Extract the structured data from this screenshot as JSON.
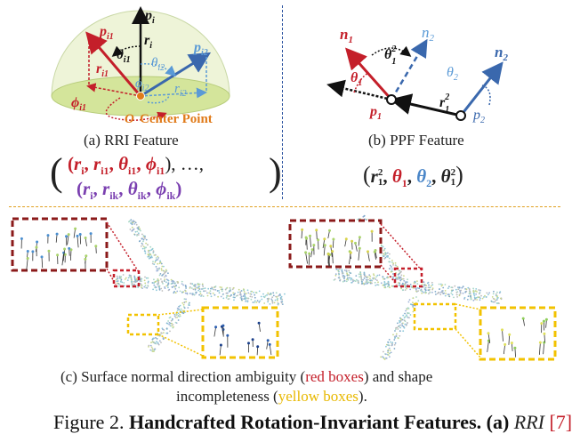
{
  "rri": {
    "caption": "(a) RRI Feature",
    "label_pi": "p",
    "label_pi_sub": "i",
    "label_ri": "r",
    "label_ri_sub": "i",
    "label_pi1": "p",
    "label_pi1_sub": "i1",
    "label_ri1": "r",
    "label_ri1_sub": "i1",
    "label_theta_i1": "θ",
    "label_theta_i1_sub": "i1",
    "label_phi_i1": "ϕ",
    "label_phi_i1_sub": "i1",
    "label_theta_i2": "θ",
    "label_theta_i2_sub": "i2",
    "label_phi_i2": "ϕ",
    "label_phi_i2_sub": "i2",
    "label_pi2": "p",
    "label_pi2_sub": "i2",
    "label_ri2": "r",
    "label_ri2_sub": "i2",
    "label_o": "O",
    "label_center": "Center Point",
    "formula": {
      "open": "(",
      "close": ")",
      "line1_r": "r",
      "line1_r_sub": "i",
      "line1_sep1": ", ",
      "line1_r1": "r",
      "line1_r1_sub": "i1",
      "line1_sep2": ", ",
      "line1_t": "θ",
      "line1_t_sub": "i1",
      "line1_sep3": ", ",
      "line1_p": "ϕ",
      "line1_p_sub": "i1",
      "line1_tail": "), …,",
      "line1_head": "(",
      "line2_head": "(",
      "line2_r": "r",
      "line2_r_sub": "i",
      "line2_sep1": ", ",
      "line2_rk": "r",
      "line2_rk_sub": "ik",
      "line2_sep2": ", ",
      "line2_t": "θ",
      "line2_t_sub": "ik",
      "line2_sep3": ", ",
      "line2_p": "ϕ",
      "line2_p_sub": "ik",
      "line2_tail": ")"
    }
  },
  "ppf": {
    "caption": "(b) PPF Feature",
    "label_n1": "n",
    "label_n1_sub": "1",
    "label_n2_dash": "n",
    "label_n2_dash_sub": "2",
    "label_n2": "n",
    "label_n2_sub": "2",
    "label_theta12": "θ",
    "label_theta12_sup": "2",
    "label_theta12_sub": "1",
    "label_theta1": "θ",
    "label_theta1_sub": "1",
    "label_theta2": "θ",
    "label_theta2_sub": "2",
    "label_r12": "r",
    "label_r12_sup": "2",
    "label_r12_sub": "1",
    "label_p1": "p",
    "label_p1_sub": "1",
    "label_p2": "p",
    "label_p2_sub": "2",
    "formula": {
      "open": "(",
      "r": "r",
      "r_sup": "2",
      "r_sub": "1",
      "sep1": ", ",
      "t1": "θ",
      "t1_sub": "1",
      "sep2": ", ",
      "t2": "θ",
      "t2_sub": "2",
      "sep3": ", ",
      "t12": "θ",
      "t12_sup": "2",
      "t12_sub": "1",
      "close": ")"
    }
  },
  "surface": {
    "caption_line1_a": "(c) Surface normal direction ambiguity (",
    "caption_red": "red boxes",
    "caption_line1_b": ") and shape",
    "caption_line2_a": "incompleteness (",
    "caption_yellow": "yellow boxes",
    "caption_line2_b": ")."
  },
  "figure": {
    "label": "Figure 2.",
    "title_bold": "Handcrafted Rotation-Invariant Features.",
    "title_a": "(a)",
    "title_rri": "RRI",
    "title_ref": "[7]"
  },
  "colors": {
    "red": "#c41f2a",
    "blue": "#3a68ad",
    "lightblue": "#5a9ad6",
    "orange": "#e07b1a",
    "yellow": "#f2c200",
    "darkred": "#8b1a1a"
  }
}
